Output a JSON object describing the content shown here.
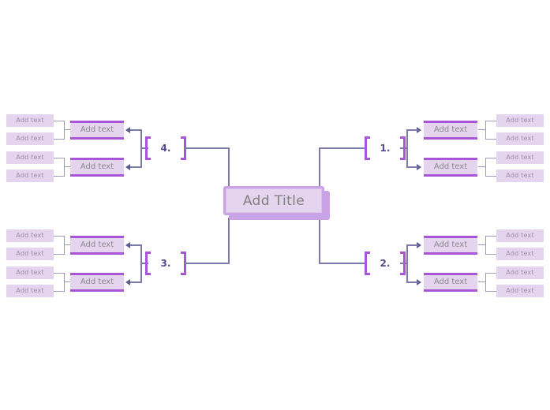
{
  "center": {
    "title": "Add Title"
  },
  "branches": [
    {
      "id": "branch-1",
      "number": "1.",
      "side": "right",
      "position": "top",
      "nodes": [
        {
          "label": "Add text",
          "leaves": [
            "Add text",
            "Add text"
          ]
        },
        {
          "label": "Add text",
          "leaves": [
            "Add text",
            "Add text"
          ]
        }
      ]
    },
    {
      "id": "branch-2",
      "number": "2.",
      "side": "right",
      "position": "bottom",
      "nodes": [
        {
          "label": "Add text",
          "leaves": [
            "Add text",
            "Add text"
          ]
        },
        {
          "label": "Add text",
          "leaves": [
            "Add text",
            "Add text"
          ]
        }
      ]
    },
    {
      "id": "branch-3",
      "number": "3.",
      "side": "left",
      "position": "bottom",
      "nodes": [
        {
          "label": "Add text",
          "leaves": [
            "Add text",
            "Add text"
          ]
        },
        {
          "label": "Add text",
          "leaves": [
            "Add text",
            "Add text"
          ]
        }
      ]
    },
    {
      "id": "branch-4",
      "number": "4.",
      "side": "left",
      "position": "top",
      "nodes": [
        {
          "label": "Add text",
          "leaves": [
            "Add text",
            "Add text"
          ]
        },
        {
          "label": "Add text",
          "leaves": [
            "Add text",
            "Add text"
          ]
        }
      ]
    }
  ],
  "colors": {
    "box_fill": "#e4d4ee",
    "box_accent": "#a855d8",
    "center_border": "#c9a3e6",
    "connector": "#7b7aa8",
    "connector_thin": "#9a99bf",
    "text_gray": "#8a8a8a",
    "text_leaf": "#9b8aa8",
    "number": "#5b4a8a",
    "background": "#ffffff"
  }
}
